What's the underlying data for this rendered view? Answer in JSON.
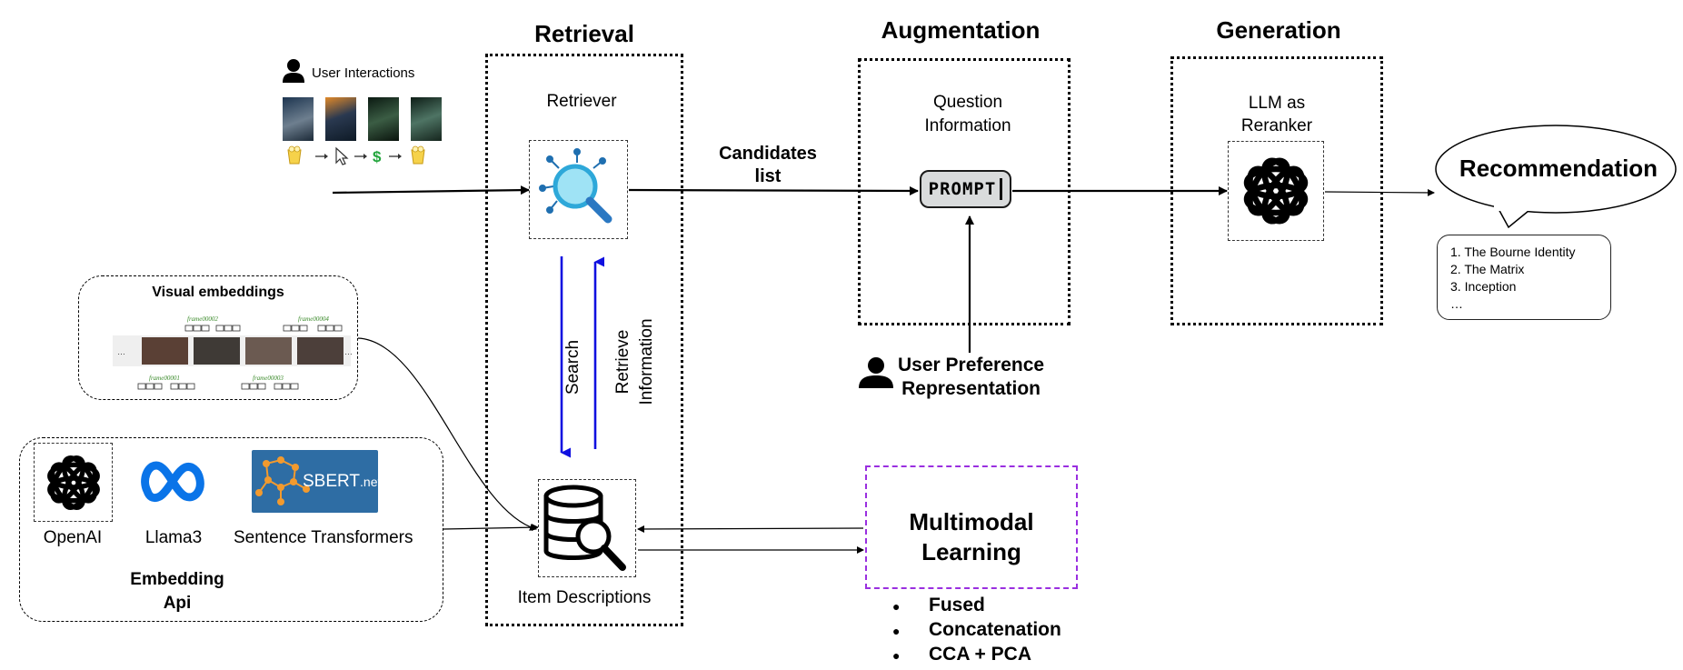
{
  "stages": {
    "retrieval": "Retrieval",
    "augmentation": "Augmentation",
    "generation": "Generation"
  },
  "user_interactions": {
    "label": "User Interactions",
    "poster_count": 4
  },
  "retriever": {
    "label": "Retriever"
  },
  "candidates": {
    "line1": "Candidates",
    "line2": "list"
  },
  "question": {
    "line1": "Question",
    "line2": "Information"
  },
  "prompt": {
    "label": "PROMPT"
  },
  "llm": {
    "line1": "LLM as",
    "line2": "Reranker"
  },
  "recommendation": {
    "bubble": "Recommendation",
    "items": [
      "1. The Bourne Identity",
      "2. The Matrix",
      "3. Inception",
      "…"
    ]
  },
  "search": {
    "label": "Search"
  },
  "retrieve": {
    "line1": "Retrieve",
    "line2": "Information"
  },
  "item_descriptions": {
    "label": "Item Descriptions"
  },
  "user_preference": {
    "line1": "User Preference",
    "line2": "Representation"
  },
  "visual_embeddings": {
    "title": "Visual embeddings",
    "frames": [
      "frame00002",
      "frame00004",
      "frame00001",
      "frame00003"
    ]
  },
  "embedding_api": {
    "title_line1": "Embedding",
    "title_line2": "Api",
    "providers": [
      "OpenAI",
      "Llama3",
      "Sentence Transformers"
    ],
    "sbert_text": "SBERT",
    "sbert_suffix": ".net"
  },
  "multimodal": {
    "line1": "Multimodal",
    "line2": "Learning",
    "methods": [
      "Fused",
      "Concatenation",
      "CCA + PCA"
    ]
  },
  "colors": {
    "search_arrow": "#1010e0",
    "multimodal_border": "#9a2fe0",
    "retriever_icon": "#2ea8d9",
    "meta_blue": "#0a74e8"
  },
  "icons": [
    "user-icon",
    "popcorn-icon",
    "cursor-icon",
    "dollar-icon",
    "magnifier-icon",
    "database-icon",
    "openai-logo-icon",
    "meta-logo-icon",
    "sbert-logo-icon"
  ]
}
